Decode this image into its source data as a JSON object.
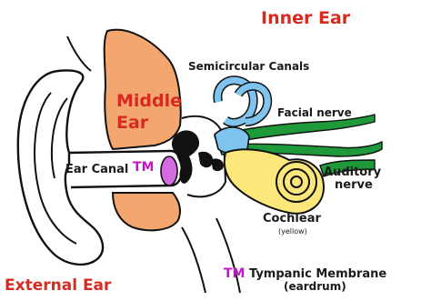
{
  "labels": {
    "inner_ear": "Inner Ear",
    "semicircular_canals": "Semicircular Canals",
    "middle_ear_line1": "Middle",
    "middle_ear_line2": "Ear",
    "facial_nerve": "Facial nerve",
    "ear_canal": "Ear Canal",
    "tm_short": "TM",
    "auditory_nerve_line1": "Auditory",
    "auditory_nerve_line2": "nerve",
    "cochlear": "Cochlear",
    "cochlear_note": "(yellow)",
    "tm_key": "TM",
    "tympanic_membrane": "Tympanic Membrane",
    "eardrum": "(eardrum)",
    "external_ear": "External Ear"
  },
  "colors": {
    "label_red": "#d72a20",
    "middle_ear_fill": "#f4a66f",
    "semicircular_fill": "#7fc4ee",
    "facial_nerve_green": "#1f9a3a",
    "cochlea_yellow": "#fbe77a",
    "tympanic_purple": "#d66ae0",
    "ossicles_black": "#111111"
  }
}
